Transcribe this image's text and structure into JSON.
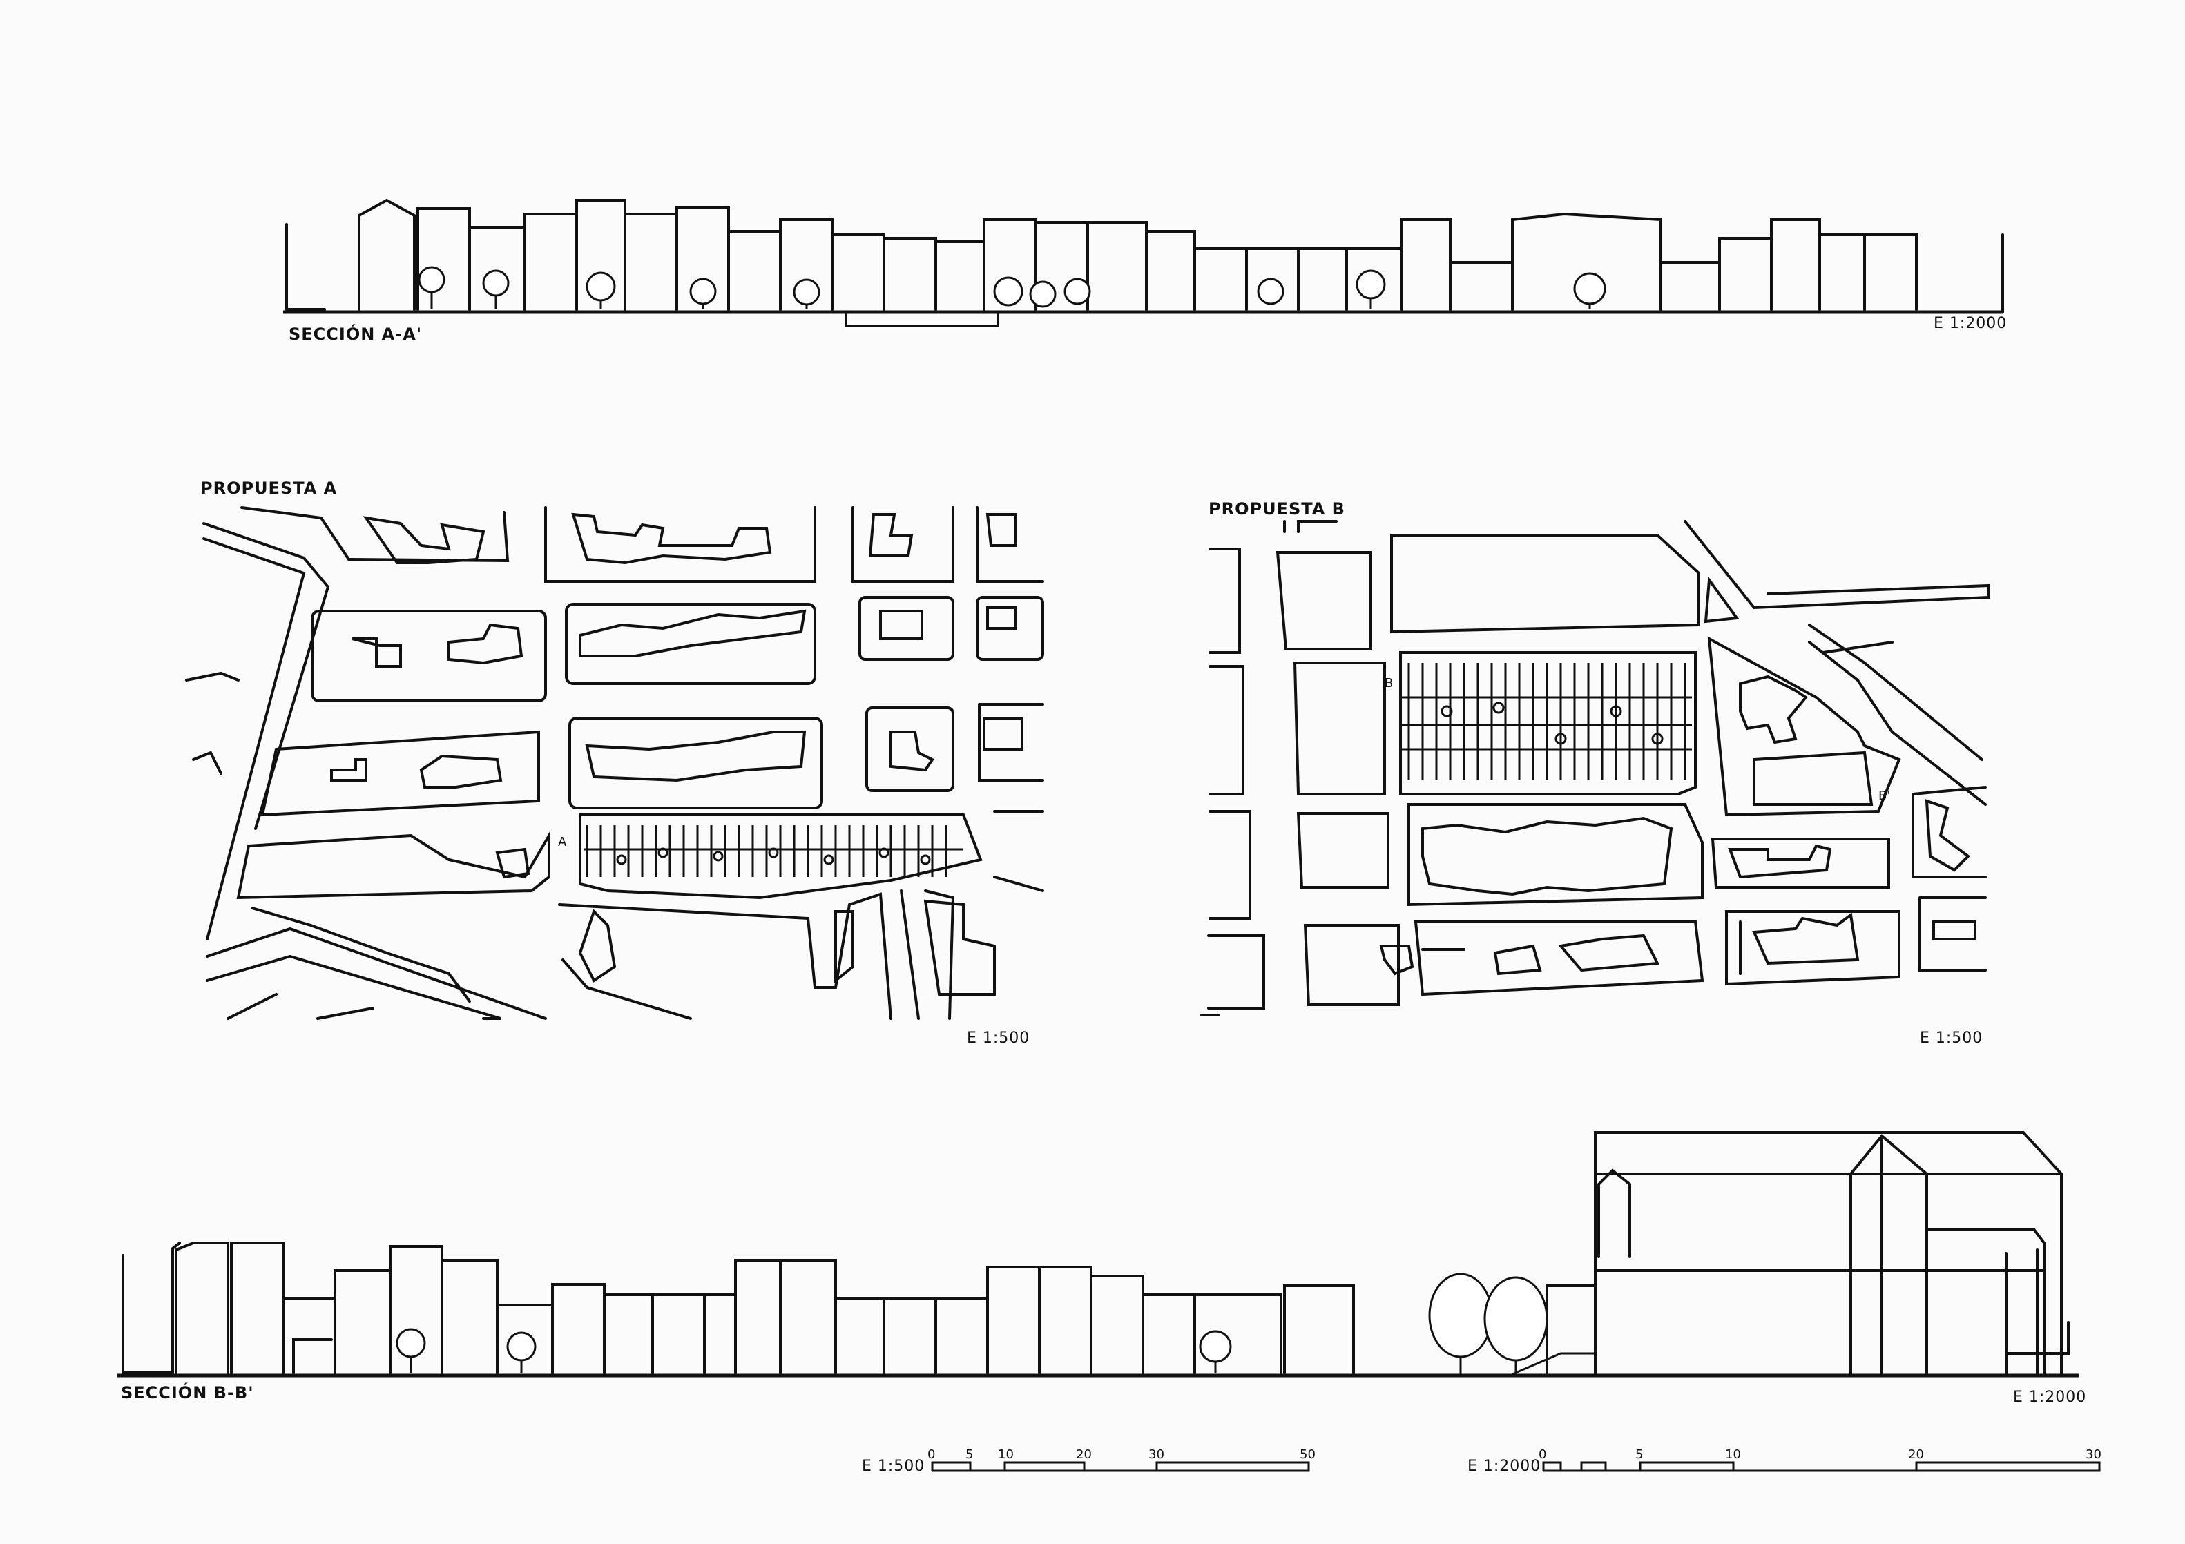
{
  "section_aa": {
    "label": "SECCIÓN A-A'",
    "scale": "E 1:2000"
  },
  "plan_a": {
    "label": "PROPUESTA A",
    "scale": "E 1:500",
    "marker": "A"
  },
  "plan_b": {
    "label": "PROPUESTA B",
    "scale": "E 1:500",
    "marker_left": "B",
    "marker_right": "B'"
  },
  "section_bb": {
    "label": "SECCIÓN B-B'",
    "scale": "E 1:2000"
  },
  "scale_bar_500": {
    "label": "E 1:500",
    "ticks": [
      "0",
      "5",
      "10",
      "20",
      "30",
      "50"
    ]
  },
  "scale_bar_2000": {
    "label": "E 1:2000",
    "ticks": [
      "0",
      "5",
      "10",
      "20",
      "30"
    ]
  }
}
